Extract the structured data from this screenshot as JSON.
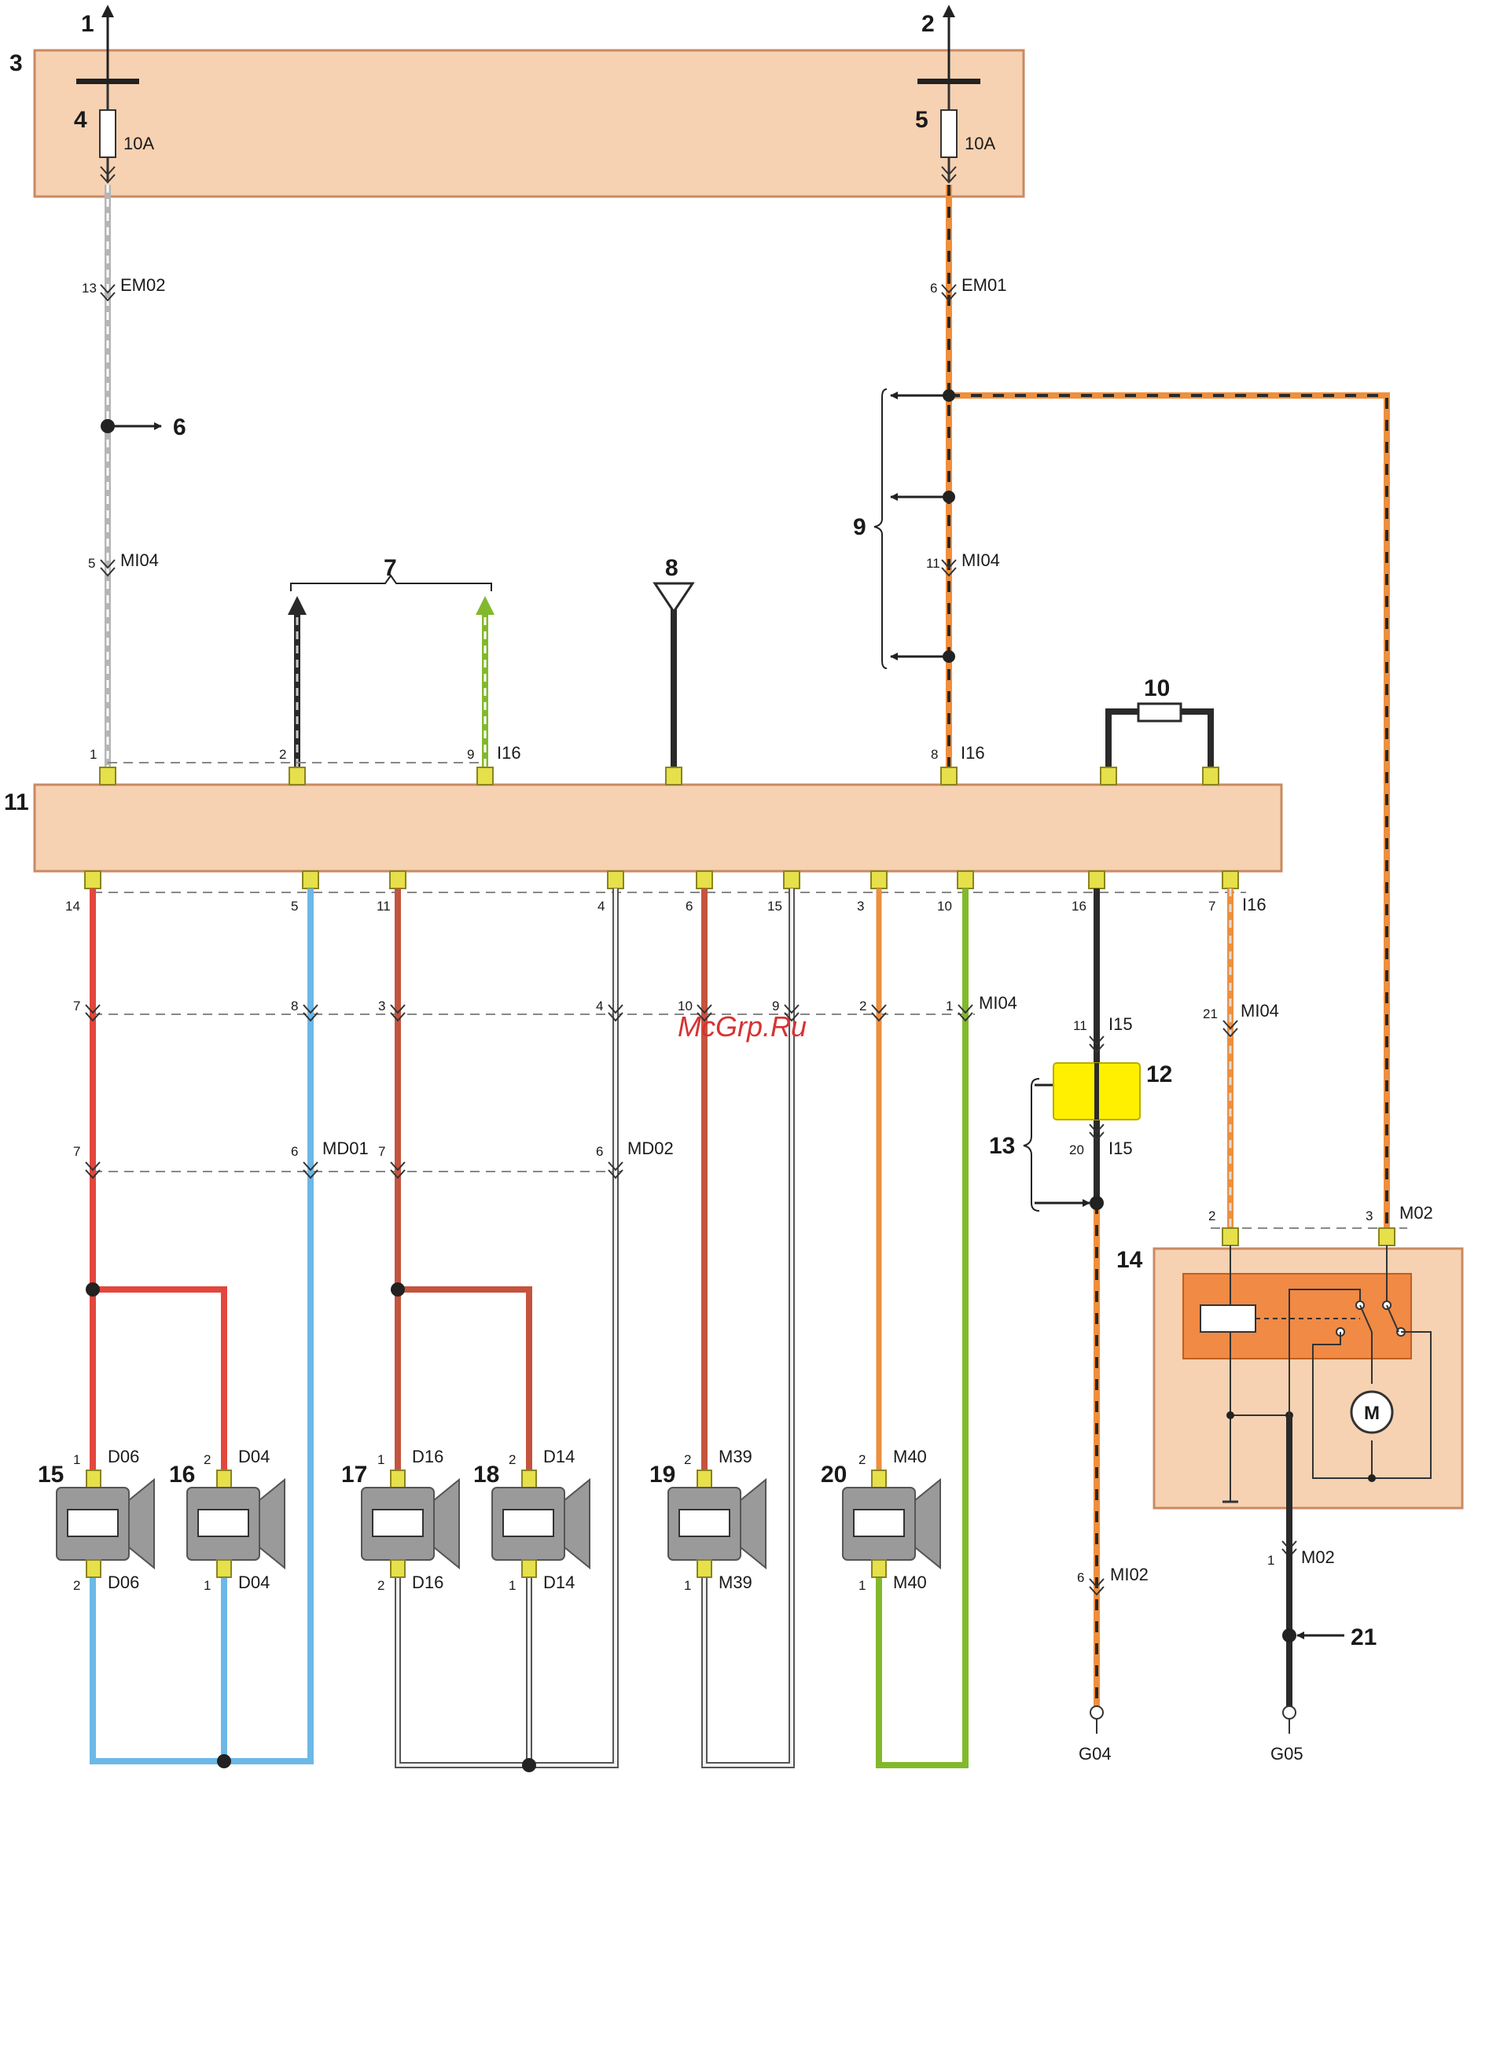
{
  "colors": {
    "block_fill": "#f6d2b2",
    "block_stroke": "#c98a63",
    "relay_fill": "#f08a45",
    "connector_pin": "#e6e04a",
    "resistor_ground_fill": "#fff000",
    "wire_red": "#e2473d",
    "wire_dark_red": "#c4543e",
    "wire_blue": "#6cb8e6",
    "wire_orange": "#ee8f3e",
    "wire_green": "#82b92c",
    "wire_grey": "#b5b5b5",
    "wire_black": "#2a2a2a",
    "watermark": "#d83232"
  },
  "labels": {
    "n1": "1",
    "n2": "2",
    "n3": "3",
    "n4": "4",
    "n5": "5",
    "n6": "6",
    "n7": "7",
    "n8": "8",
    "n9": "9",
    "n10": "10",
    "n11": "11",
    "n12": "12",
    "n13": "13",
    "n14": "14",
    "n15": "15",
    "n16": "16",
    "n17": "17",
    "n18": "18",
    "n19": "19",
    "n20": "20",
    "n21": "21"
  },
  "fuses": {
    "f4_rating": "10A",
    "f5_rating": "10A"
  },
  "connectors": {
    "EM02": "EM02",
    "EM01": "EM01",
    "MI04": "MI04",
    "I16": "I16",
    "I15": "I15",
    "MD01": "MD01",
    "MD02": "MD02",
    "M02": "M02",
    "MI02": "MI02",
    "D06": "D06",
    "D04": "D04",
    "D16": "D16",
    "D14": "D14",
    "M39": "M39",
    "M40": "M40"
  },
  "pins": {
    "p13": "13",
    "p6": "6",
    "p5": "5",
    "p11": "11",
    "p1": "1",
    "p2": "2",
    "p9": "9",
    "p8": "8",
    "p14": "14",
    "p4": "4",
    "p15": "15",
    "p3": "3",
    "p10": "10",
    "p16": "16",
    "p7": "7",
    "p21": "21",
    "p20": "20"
  },
  "motor": {
    "symbol": "M"
  },
  "grounds": {
    "g04": "G04",
    "g05": "G05"
  },
  "watermark": "McGrp.Ru"
}
